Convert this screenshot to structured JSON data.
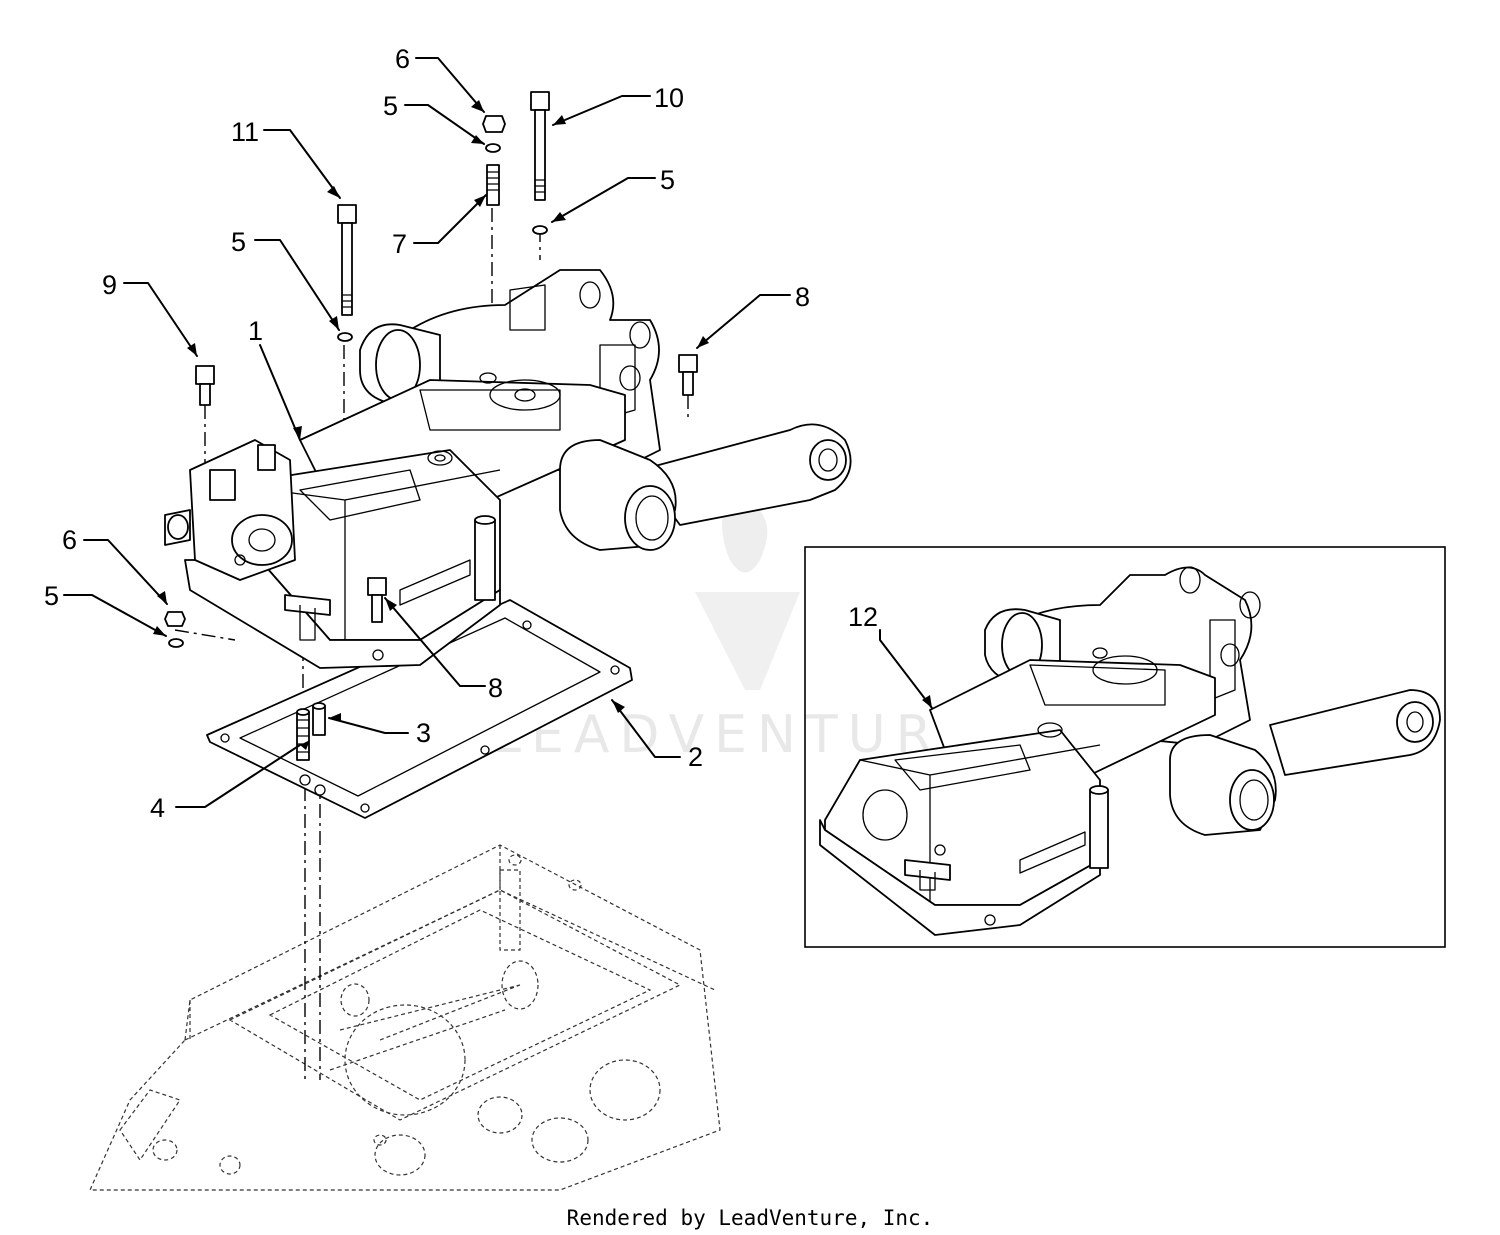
{
  "callouts": [
    {
      "id": "c1",
      "label": "1"
    },
    {
      "id": "c2",
      "label": "2"
    },
    {
      "id": "c3",
      "label": "3"
    },
    {
      "id": "c4",
      "label": "4"
    },
    {
      "id": "c5a",
      "label": "5"
    },
    {
      "id": "c5b",
      "label": "5"
    },
    {
      "id": "c5c",
      "label": "5"
    },
    {
      "id": "c5d",
      "label": "5"
    },
    {
      "id": "c6a",
      "label": "6"
    },
    {
      "id": "c6b",
      "label": "6"
    },
    {
      "id": "c7",
      "label": "7"
    },
    {
      "id": "c8a",
      "label": "8"
    },
    {
      "id": "c8b",
      "label": "8"
    },
    {
      "id": "c9",
      "label": "9"
    },
    {
      "id": "c10",
      "label": "10"
    },
    {
      "id": "c11",
      "label": "11"
    },
    {
      "id": "c12",
      "label": "12"
    }
  ],
  "watermark": "LEADVENTURE",
  "footer": "Rendered by LeadVenture, Inc."
}
